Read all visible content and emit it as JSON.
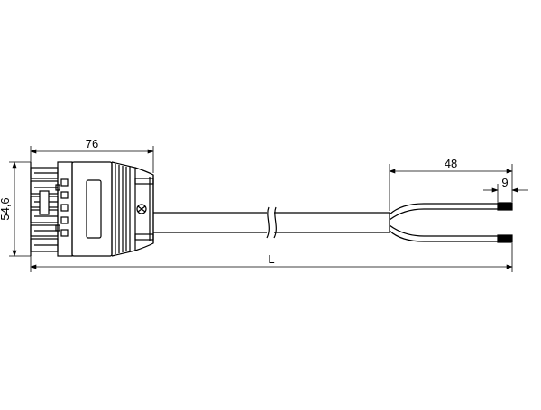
{
  "dimensions": {
    "connector_width": "76",
    "connector_height": "54,6",
    "strip_length": "48",
    "end_strip": "9",
    "total_length": "L"
  },
  "colors": {
    "line": "#000000",
    "background": "#ffffff"
  }
}
